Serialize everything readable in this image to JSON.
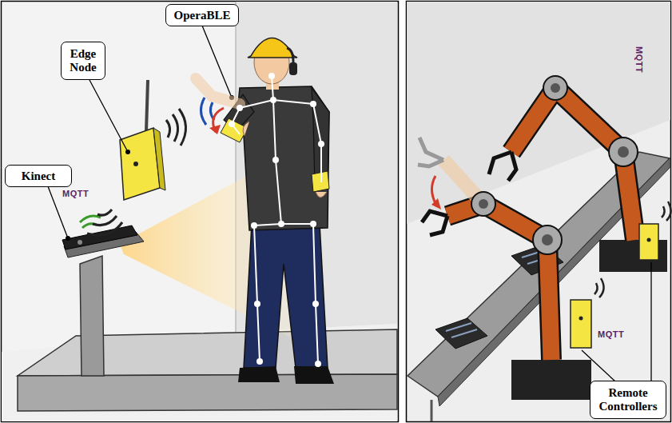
{
  "diagram": {
    "nodes": [
      {
        "text": [
          "OperaBLE"
        ]
      },
      {
        "text": [
          "Edge Node"
        ]
      },
      {
        "text": [
          "Kinect"
        ]
      },
      {
        "text": [
          "Remote Controllers"
        ]
      }
    ],
    "labels": [
      "MQTT",
      "MQTT",
      "MQTT"
    ]
  }
}
